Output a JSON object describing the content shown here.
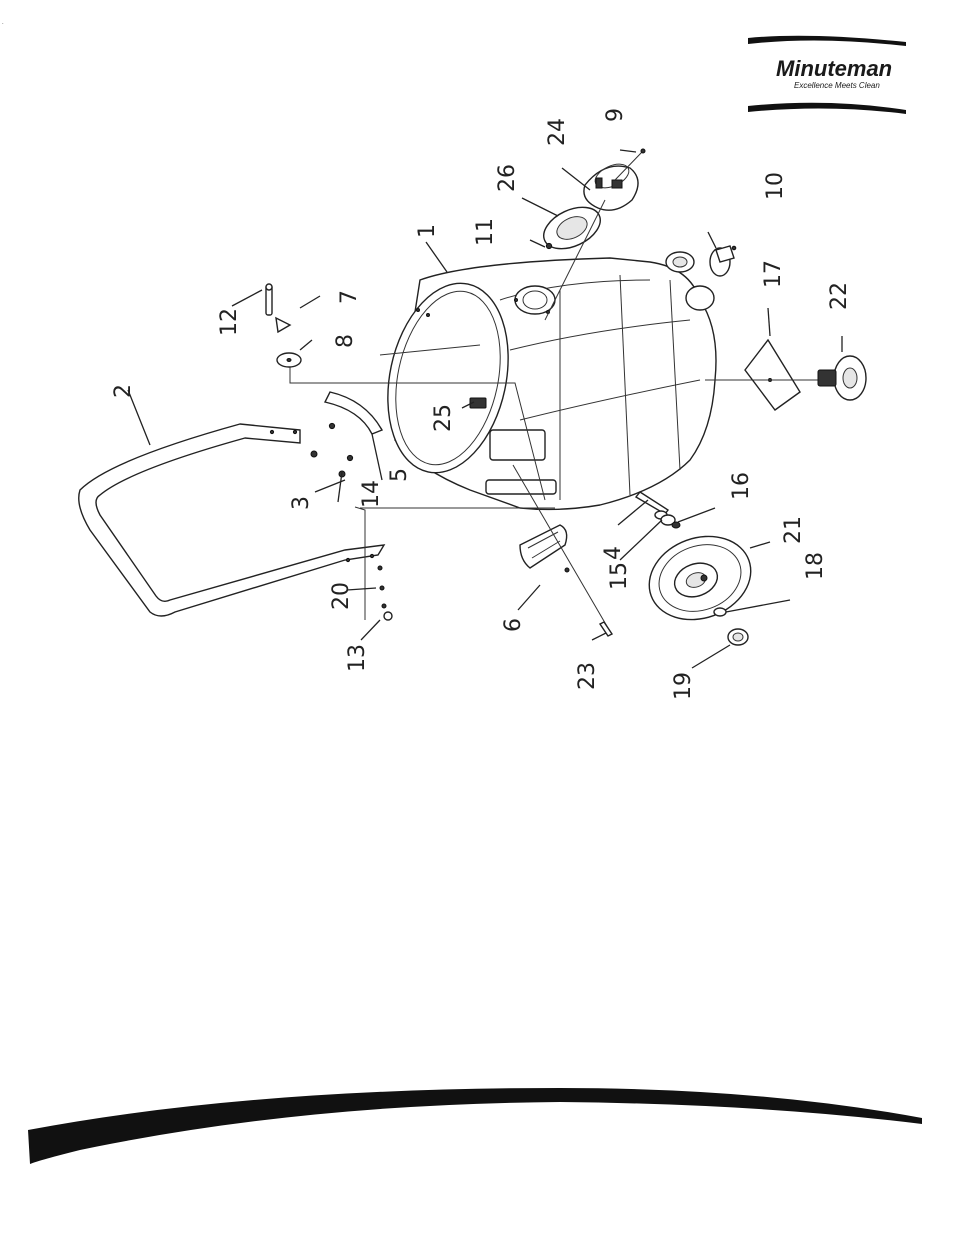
{
  "brand": {
    "name": "Minuteman",
    "tagline": "Excellence Meets Clean",
    "text_color": "#1a1a1a"
  },
  "page_mark": ".",
  "diagram": {
    "callouts": [
      {
        "id": "c1",
        "text": "1"
      },
      {
        "id": "c2",
        "text": "2"
      },
      {
        "id": "c3",
        "text": "3"
      },
      {
        "id": "c4",
        "text": "4"
      },
      {
        "id": "c5",
        "text": "5"
      },
      {
        "id": "c6",
        "text": "6"
      },
      {
        "id": "c7",
        "text": "7"
      },
      {
        "id": "c8",
        "text": "8"
      },
      {
        "id": "c9",
        "text": "9"
      },
      {
        "id": "c10",
        "text": "10"
      },
      {
        "id": "c11",
        "text": "11"
      },
      {
        "id": "c12",
        "text": "12"
      },
      {
        "id": "c13",
        "text": "13"
      },
      {
        "id": "c14",
        "text": "14"
      },
      {
        "id": "c15",
        "text": "15"
      },
      {
        "id": "c16",
        "text": "16"
      },
      {
        "id": "c17",
        "text": "17"
      },
      {
        "id": "c18",
        "text": "18"
      },
      {
        "id": "c19",
        "text": "19"
      },
      {
        "id": "c20",
        "text": "20"
      },
      {
        "id": "c21",
        "text": "21"
      },
      {
        "id": "c22",
        "text": "22"
      },
      {
        "id": "c23",
        "text": "23"
      },
      {
        "id": "c24",
        "text": "24"
      },
      {
        "id": "c25",
        "text": "25"
      },
      {
        "id": "c26",
        "text": "26"
      }
    ]
  },
  "footer": {
    "swoosh_color": "#111111"
  }
}
